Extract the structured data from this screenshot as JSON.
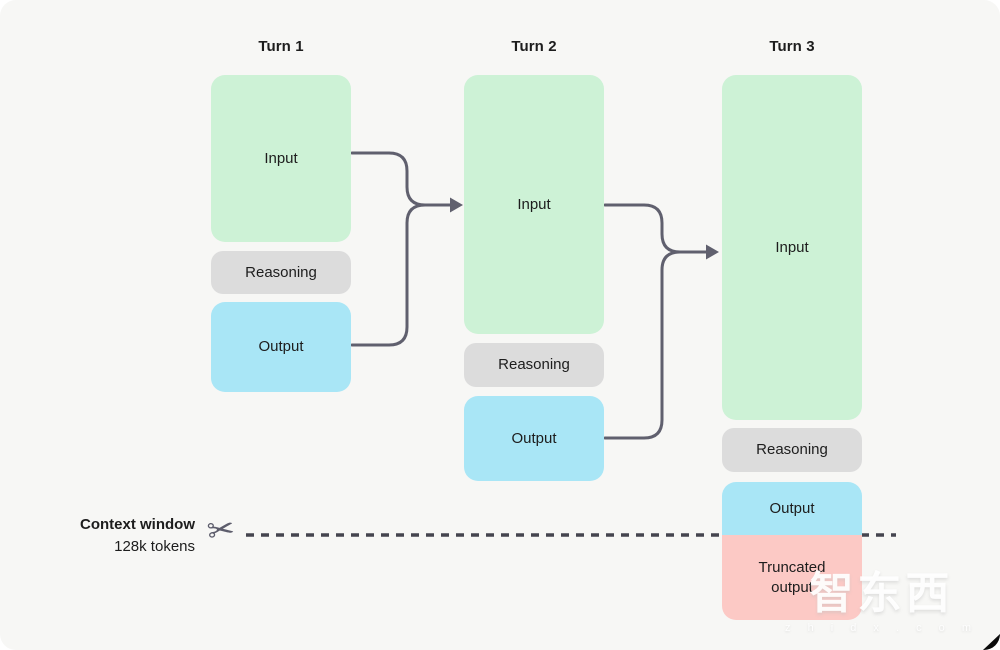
{
  "columns": [
    {
      "title": "Turn 1",
      "blocks": [
        {
          "label": "Input",
          "type": "input"
        },
        {
          "label": "Reasoning",
          "type": "reasoning"
        },
        {
          "label": "Output",
          "type": "output"
        }
      ]
    },
    {
      "title": "Turn 2",
      "blocks": [
        {
          "label": "Input",
          "type": "input"
        },
        {
          "label": "Reasoning",
          "type": "reasoning"
        },
        {
          "label": "Output",
          "type": "output"
        }
      ]
    },
    {
      "title": "Turn 3",
      "blocks": [
        {
          "label": "Input",
          "type": "input"
        },
        {
          "label": "Reasoning",
          "type": "reasoning"
        },
        {
          "label": "Output",
          "type": "output"
        },
        {
          "label": "Truncated output",
          "type": "truncated-output"
        }
      ]
    }
  ],
  "context_window": {
    "label": "Context window",
    "sublabel": "128k tokens",
    "icon": "scissors-icon",
    "glyph": "✂"
  },
  "watermark": {
    "title": "智东西",
    "domain": "z h i d x . c o m"
  },
  "colors": {
    "bg": "#f7f7f5",
    "green": "#cdf2d6",
    "gray": "#dcdcdc",
    "blue": "#a9e6f6",
    "pink": "#fcc9c5",
    "ink": "#1d1d1d",
    "arrow": "#60606e",
    "dash": "#45454f"
  }
}
